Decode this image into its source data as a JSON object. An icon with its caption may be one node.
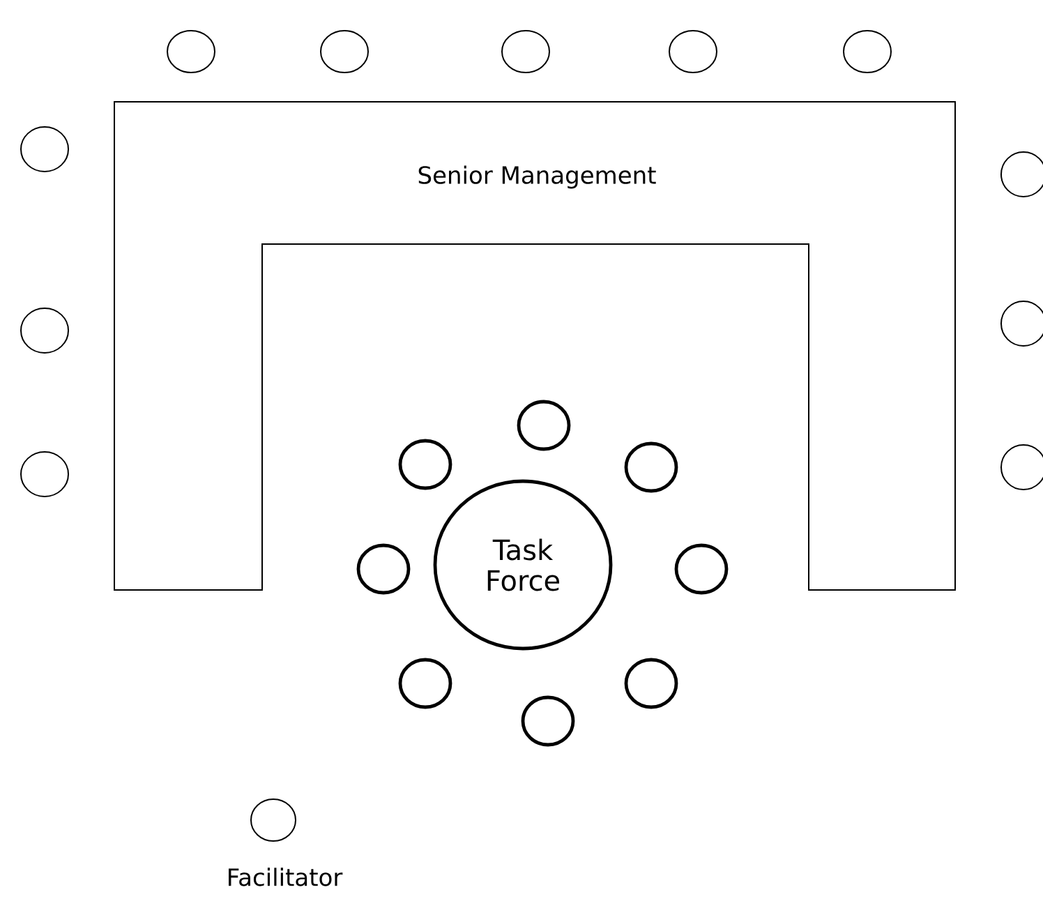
{
  "diagram": {
    "nodes": [
      {
        "text": [
          "Senior Management"
        ]
      },
      {
        "text": [],
        "shape": "circle"
      },
      {
        "text": [],
        "shape": "circle"
      },
      {
        "text": [],
        "shape": "circle"
      },
      {
        "text": [],
        "shape": "circle"
      },
      {
        "text": [],
        "shape": "circle"
      },
      {
        "text": [],
        "shape": "circle"
      },
      {
        "text": [],
        "shape": "circle"
      },
      {
        "text": [],
        "shape": "circle"
      },
      {
        "text": [],
        "shape": "circle"
      },
      {
        "text": [],
        "shape": "circle"
      },
      {
        "text": [],
        "shape": "circle"
      },
      {
        "text": [
          "Task Force"
        ]
      },
      {
        "text": [],
        "shape": "circle"
      },
      {
        "text": [],
        "shape": "circle"
      },
      {
        "text": [],
        "shape": "circle"
      },
      {
        "text": [],
        "shape": "circle"
      },
      {
        "text": [],
        "shape": "circle"
      },
      {
        "text": [],
        "shape": "circle"
      },
      {
        "text": [],
        "shape": "circle"
      },
      {
        "text": [],
        "shape": "circle"
      },
      {
        "text": [],
        "shape": "circle",
        "beside": [
          "Facilitator"
        ]
      }
    ]
  }
}
